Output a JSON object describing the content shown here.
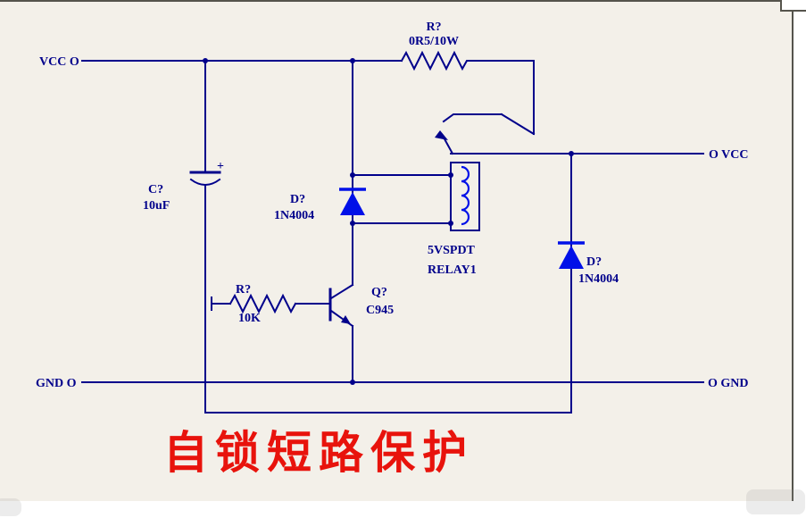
{
  "colors": {
    "wire": "#00008b",
    "component_blue": "#0010e8",
    "label": "#00008b",
    "title": "#e8130c",
    "paper_background": "#f3f0e9",
    "frame_border": "#55544c"
  },
  "rails": {
    "vcc_left": "VCC O",
    "vcc_right": "O VCC",
    "gnd_left": "GND O",
    "gnd_right": "O GND"
  },
  "components": {
    "r1": {
      "name": "R?",
      "value": "0R5/10W"
    },
    "c1": {
      "name": "C?",
      "value": "10uF",
      "polarity": "+"
    },
    "r2": {
      "name": "R?",
      "value": "10K"
    },
    "q1": {
      "name": "Q?",
      "value": "C945"
    },
    "d1": {
      "name": "D?",
      "value": "1N4004"
    },
    "relay": {
      "line1": "5VSPDT",
      "line2": "RELAY1"
    },
    "d2": {
      "name": "D?",
      "value": "1N4004"
    }
  },
  "title": "自锁短路保护"
}
